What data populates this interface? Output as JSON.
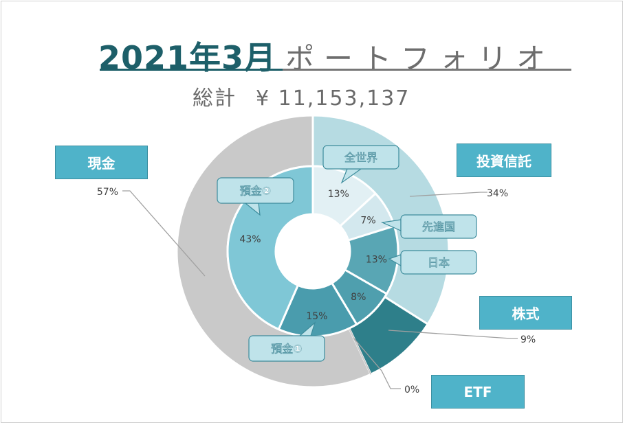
{
  "title": {
    "main": "2021年3月",
    "sub": "ポートフォリオ"
  },
  "total": {
    "label": "総計",
    "amount": "¥ 11,153,137"
  },
  "categories": [
    {
      "label": "現金",
      "pct_label": "57%"
    },
    {
      "label": "投資信託",
      "pct_label": "34%"
    },
    {
      "label": "株式",
      "pct_label": "9%"
    },
    {
      "label": "ETF",
      "pct_label": "0%"
    }
  ],
  "colors": {
    "title_main": "#1d5f69",
    "box": "#4fb3c9",
    "outer": [
      "#b6dbe2",
      "#2e7f8a",
      "#69b5c4",
      "#c9c9c9"
    ],
    "inner": [
      "#e2f0f4",
      "#d3e8ee",
      "#59a6b4",
      "#4f9fae",
      "#4a9cad",
      "#7fc7d6"
    ]
  },
  "chart_data": {
    "type": "pie",
    "subtype": "double-donut",
    "title": "2021年3月ポートフォリオ",
    "outer_ring": {
      "categories": [
        "投資信託",
        "株式",
        "ETF",
        "現金"
      ],
      "values": [
        34,
        9,
        0,
        57
      ],
      "labels": [
        "34%",
        "9%",
        "0%",
        "57%"
      ]
    },
    "inner_ring": {
      "categories": [
        "全世界",
        "先進国",
        "日本",
        "",
        "預金①",
        "預金②"
      ],
      "values": [
        13,
        7,
        13,
        8,
        15,
        43
      ],
      "labels": [
        "13%",
        "7%",
        "13%",
        "8%",
        "15%",
        "43%"
      ]
    },
    "callouts": [
      "全世界",
      "先進国",
      "日本",
      "預金①",
      "預金②"
    ]
  }
}
